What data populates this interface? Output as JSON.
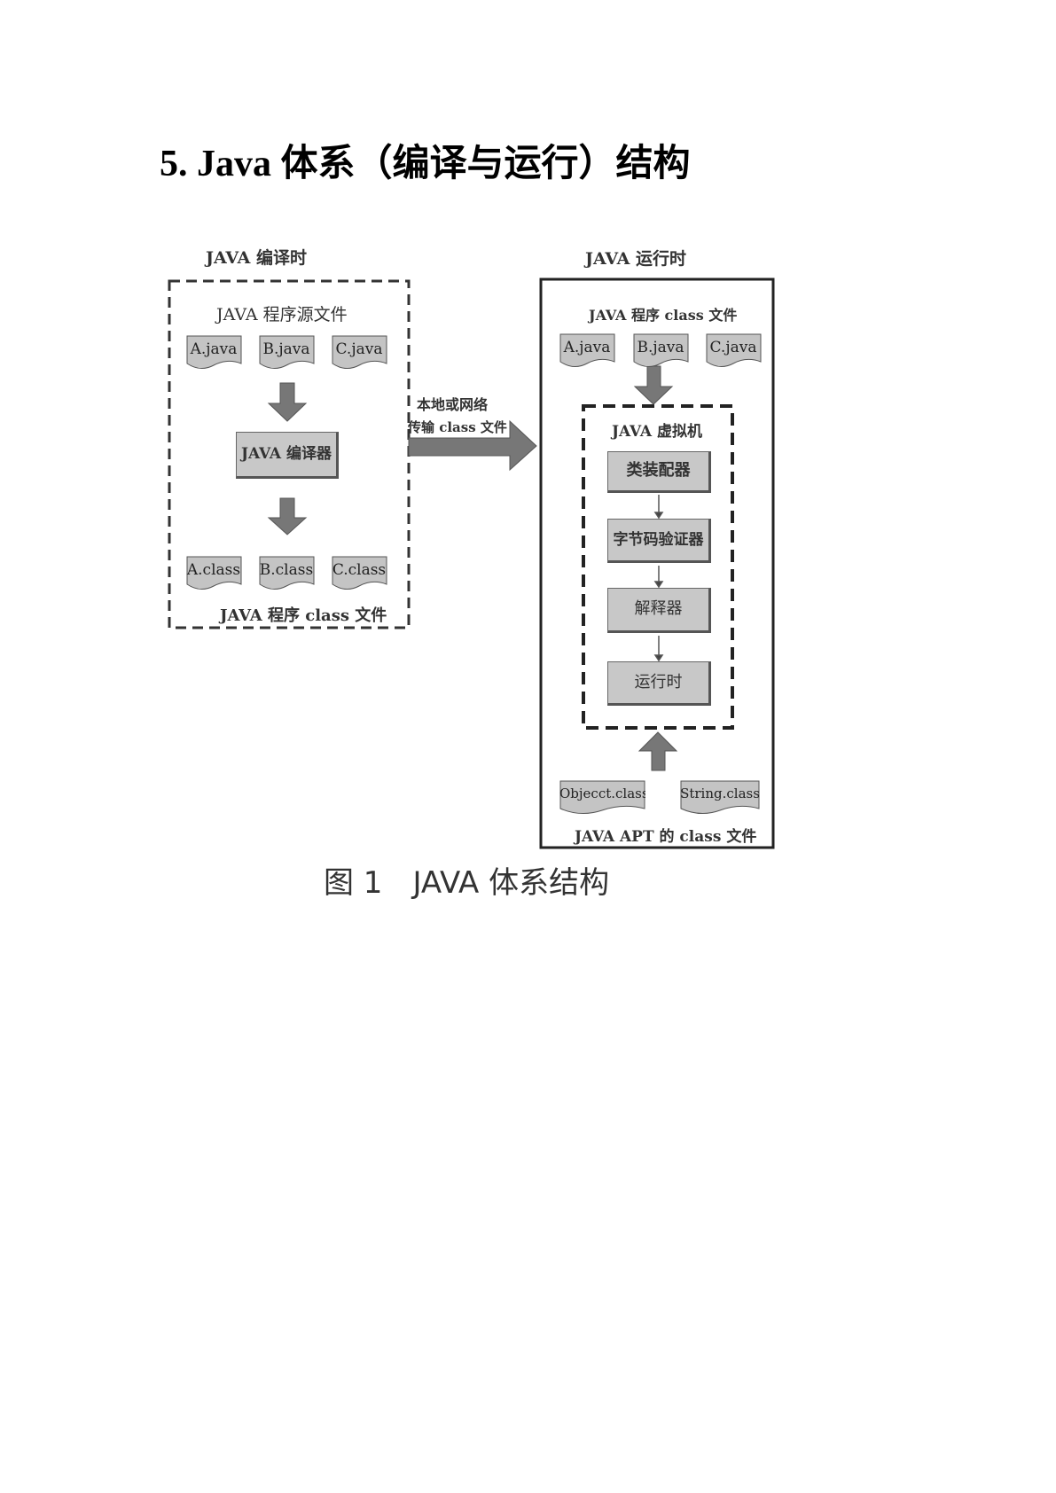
{
  "title": "5. Java 体系（编译与运行）结构",
  "compile": {
    "heading": "JAVA 编译时",
    "source_label": "JAVA 程序源文件",
    "source_files": [
      "A.java",
      "B.java",
      "C.java"
    ],
    "compiler": "JAVA 编译器",
    "class_files": [
      "A.class",
      "B.class",
      "C.class"
    ],
    "class_label": "JAVA 程序 class 文件"
  },
  "transfer": {
    "line1": "本地或网络",
    "line2": "传输 class 文件"
  },
  "runtime": {
    "heading": "JAVA 运行时",
    "class_label": "JAVA 程序 class 文件",
    "files": [
      "A.java",
      "B.java",
      "C.java"
    ],
    "jvm_label": "JAVA 虚拟机",
    "stages": [
      "类装配器",
      "字节码验证器",
      "解释器",
      "运行时"
    ],
    "api_files": [
      "Objecct.class",
      "String.class"
    ],
    "api_label": "JAVA APT 的 class 文件"
  },
  "caption": "图 1　JAVA 体系结构"
}
